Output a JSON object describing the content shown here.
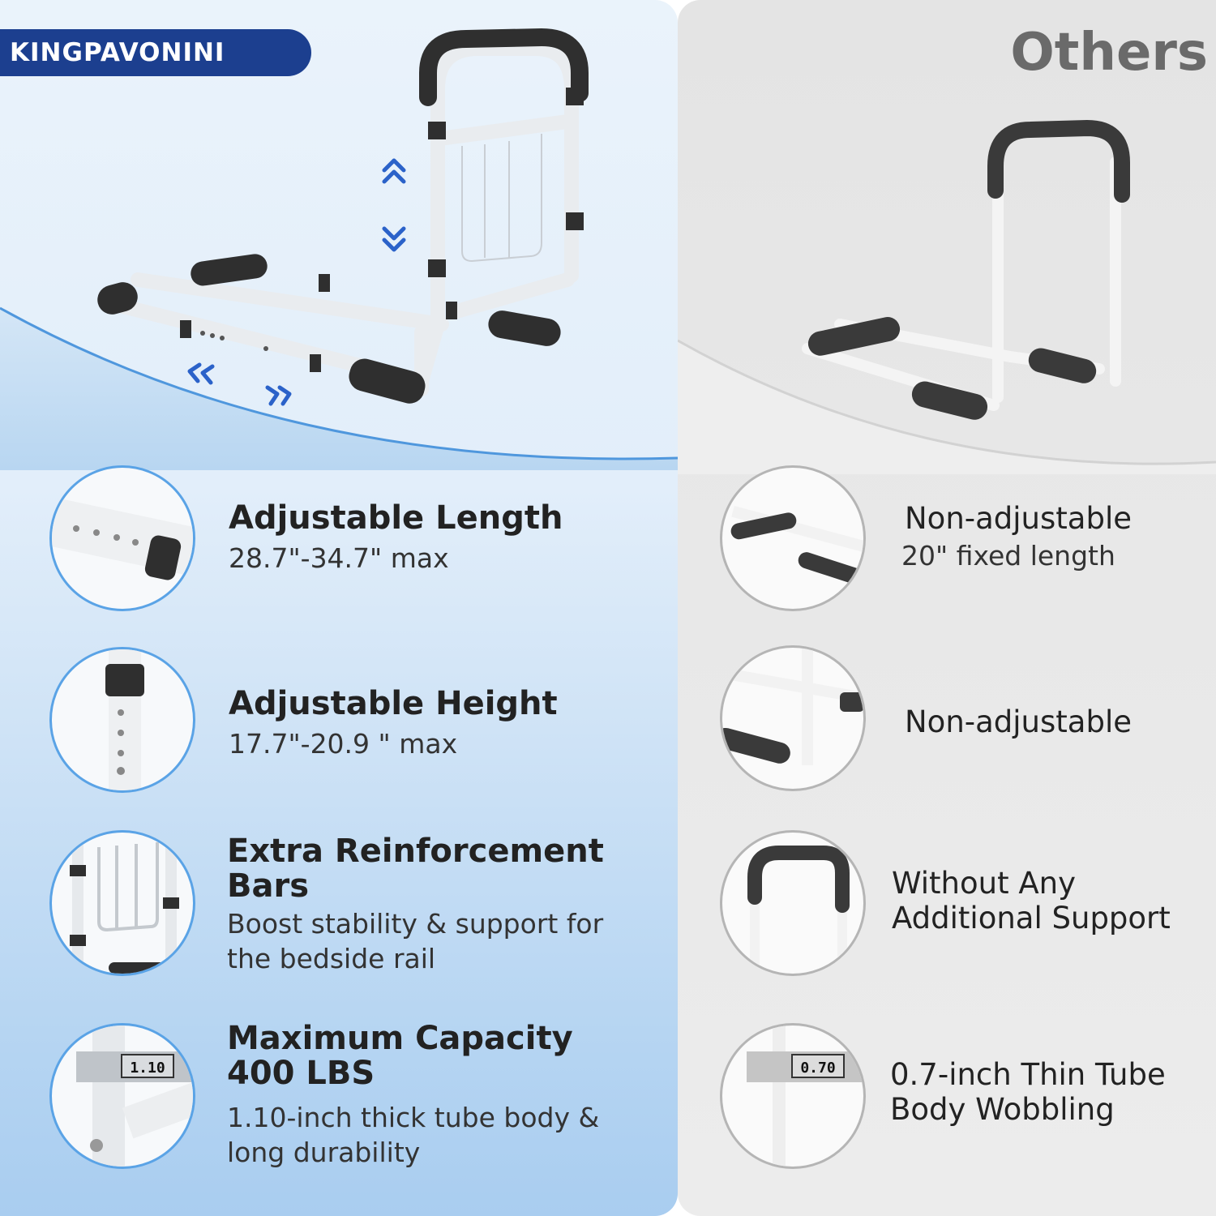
{
  "brand": {
    "name": "KINGPAVONINI"
  },
  "comparison": {
    "others_title": "Others"
  },
  "features_left": [
    {
      "title": "Adjustable Length",
      "description": "28.7\"-34.7\" max"
    },
    {
      "title": "Adjustable Height",
      "description": "17.7\"-20.9 \" max"
    },
    {
      "title": "Extra Reinforcement Bars",
      "description_line1": "Boost stability & support for",
      "description_line2": "the bedside rail"
    },
    {
      "title_line1": "Maximum Capacity",
      "title_line2": "400 LBS",
      "description_line1": "1.10-inch thick tube body &",
      "description_line2": "long durability",
      "caliper_reading": "1.10"
    }
  ],
  "features_right": [
    {
      "title": "Non-adjustable",
      "description": "20\" fixed length"
    },
    {
      "title": "Non-adjustable"
    },
    {
      "title_line1": "Without Any",
      "title_line2": "Additional Support"
    },
    {
      "title_line1": "0.7-inch Thin Tube",
      "title_line2": "Body Wobbling",
      "caliper_reading": "0.70"
    }
  ],
  "colors": {
    "brand_blue": "#1c3f8f",
    "accent_blue": "#5aa3e6",
    "arrow_blue": "#2b62c9",
    "foam_dark": "#2f2f2f"
  }
}
